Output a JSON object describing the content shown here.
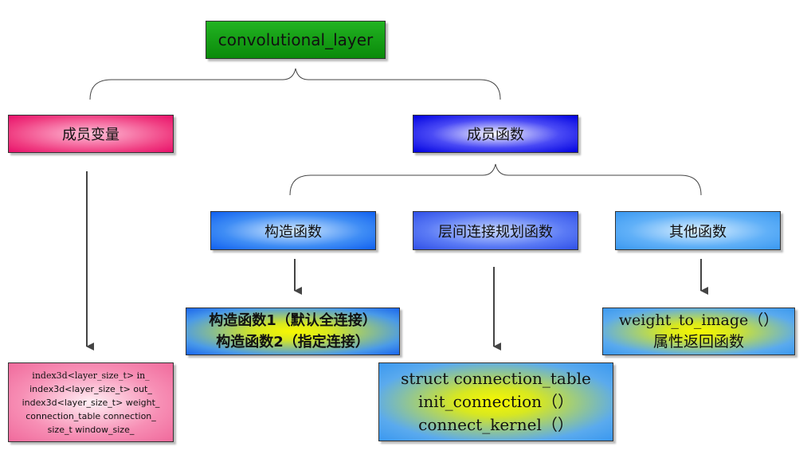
{
  "root": {
    "label": "convolutional_layer"
  },
  "members": {
    "label": "成员变量",
    "items": [
      "index3d<layer_size_t> in_",
      "index3d<layer_size_t> out_",
      "index3d<layer_size_t> weight_",
      "connection_table connection_",
      "size_t window_size_"
    ]
  },
  "functions": {
    "label": "成员函数"
  },
  "constructor": {
    "label": "构造函数",
    "items": [
      "构造函数1（默认全连接）",
      "构造函数2（指定连接）"
    ]
  },
  "connection": {
    "label": "层间连接规划函数",
    "items": [
      "struct connection_table",
      "init_connection（）",
      "connect_kernel（）"
    ]
  },
  "other": {
    "label": "其他函数",
    "items": [
      "weight_to_image（）",
      "属性返回函数"
    ]
  }
}
